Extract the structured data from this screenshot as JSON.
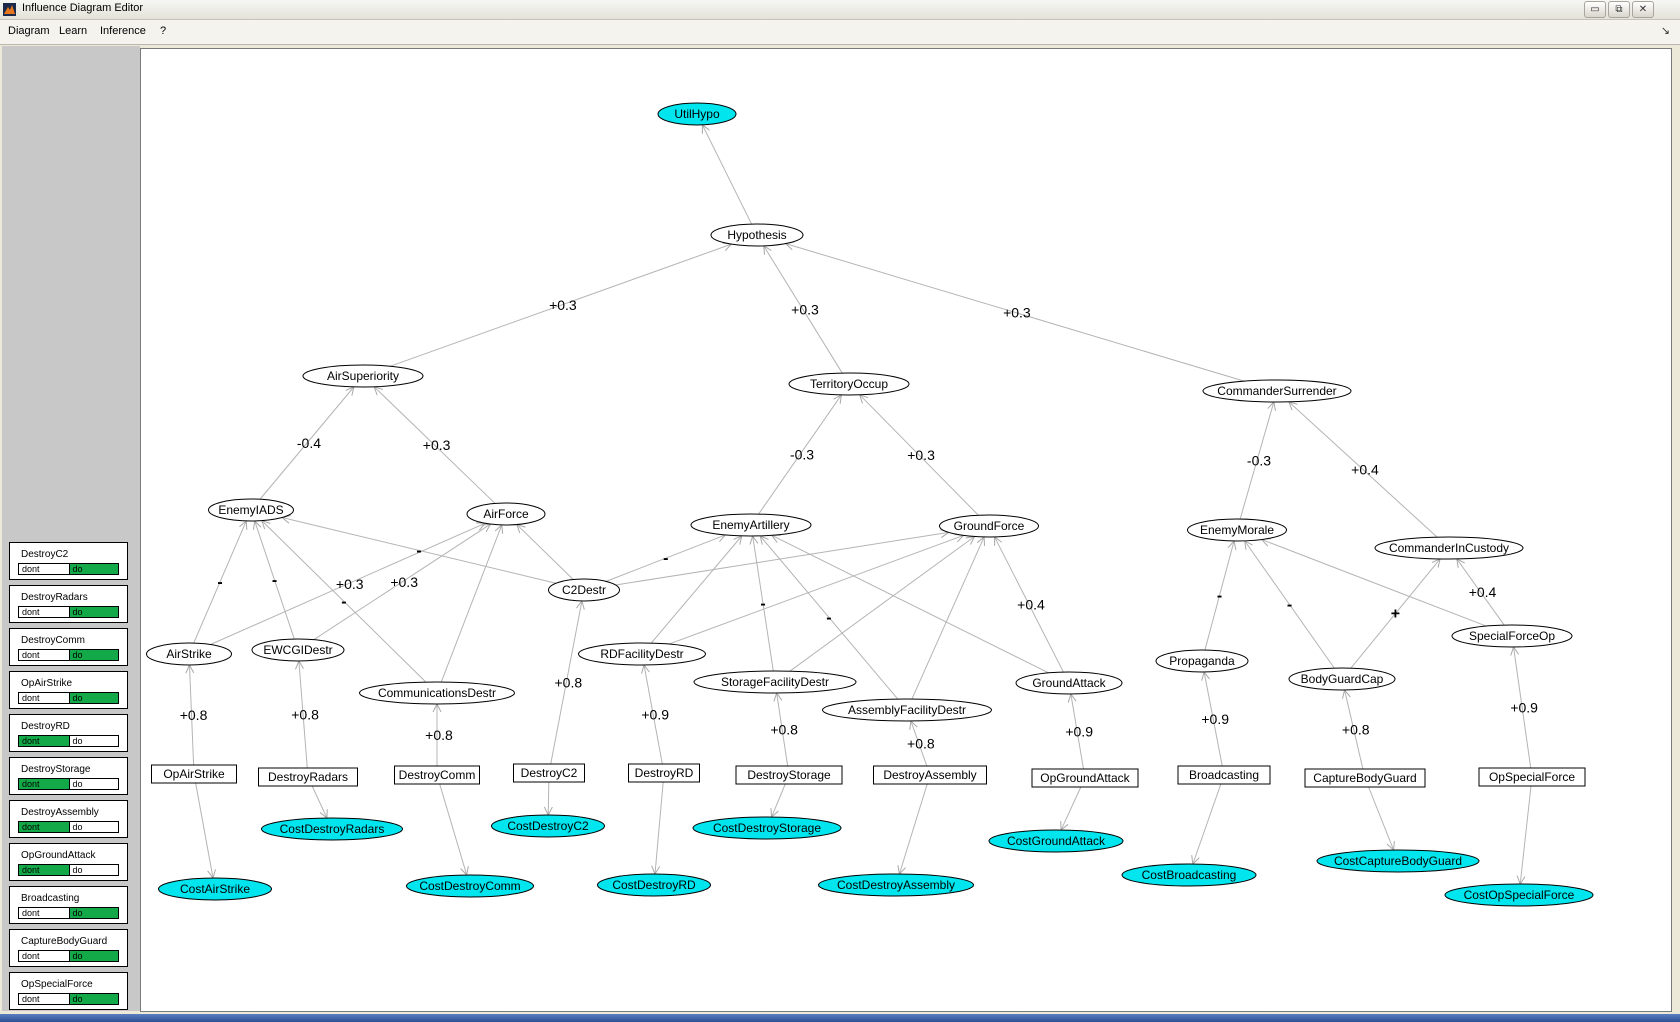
{
  "window": {
    "title": "Influence Diagram Editor",
    "app_icon": "matlab-icon"
  },
  "window_controls": {
    "minimize": "▭",
    "maximize": "⧉",
    "close": "✕"
  },
  "menu": {
    "items": [
      "Diagram",
      "Learn",
      "Inference",
      "?"
    ],
    "dock_icon": "↘"
  },
  "decisions": [
    {
      "name": "DestroyC2",
      "options": [
        "dont",
        "do"
      ],
      "selected": "do"
    },
    {
      "name": "DestroyRadars",
      "options": [
        "dont",
        "do"
      ],
      "selected": "do"
    },
    {
      "name": "DestroyComm",
      "options": [
        "dont",
        "do"
      ],
      "selected": "do"
    },
    {
      "name": "OpAirStrike",
      "options": [
        "dont",
        "do"
      ],
      "selected": "do"
    },
    {
      "name": "DestroyRD",
      "options": [
        "dont",
        "do"
      ],
      "selected": "dont"
    },
    {
      "name": "DestroyStorage",
      "options": [
        "dont",
        "do"
      ],
      "selected": "dont"
    },
    {
      "name": "DestroyAssembly",
      "options": [
        "dont",
        "do"
      ],
      "selected": "dont"
    },
    {
      "name": "OpGroundAttack",
      "options": [
        "dont",
        "do"
      ],
      "selected": "dont"
    },
    {
      "name": "Broadcasting",
      "options": [
        "dont",
        "do"
      ],
      "selected": "do"
    },
    {
      "name": "CaptureBodyGuard",
      "options": [
        "dont",
        "do"
      ],
      "selected": "do"
    },
    {
      "name": "OpSpecialForce",
      "options": [
        "dont",
        "do"
      ],
      "selected": "do"
    }
  ],
  "diagram": {
    "colors": {
      "utility_fill": "#00e5ee",
      "chance_fill": "#ffffff",
      "edge": "#b4b4b4",
      "outline": "#000000"
    },
    "nodes": [
      {
        "id": "UtilHypo",
        "label": "UtilHypo",
        "kind": "utility"
      },
      {
        "id": "Hypothesis",
        "label": "Hypothesis",
        "kind": "chance"
      },
      {
        "id": "AirSuperiority",
        "label": "AirSuperiority",
        "kind": "chance"
      },
      {
        "id": "TerritoryOccup",
        "label": "TerritoryOccup",
        "kind": "chance"
      },
      {
        "id": "CommanderSurrender",
        "label": "CommanderSurrender",
        "kind": "chance"
      },
      {
        "id": "EnemyIADS",
        "label": "EnemyIADS",
        "kind": "chance"
      },
      {
        "id": "AirForce",
        "label": "AirForce",
        "kind": "chance"
      },
      {
        "id": "EnemyArtillery",
        "label": "EnemyArtillery",
        "kind": "chance"
      },
      {
        "id": "GroundForce",
        "label": "GroundForce",
        "kind": "chance"
      },
      {
        "id": "EnemyMorale",
        "label": "EnemyMorale",
        "kind": "chance"
      },
      {
        "id": "CommanderInCustody",
        "label": "CommanderInCustody",
        "kind": "chance"
      },
      {
        "id": "C2Destr",
        "label": "C2Destr",
        "kind": "chance"
      },
      {
        "id": "AirStrike",
        "label": "AirStrike",
        "kind": "chance"
      },
      {
        "id": "EWCGIDestr",
        "label": "EWCGIDestr",
        "kind": "chance"
      },
      {
        "id": "CommunicationsDestr",
        "label": "CommunicationsDestr",
        "kind": "chance"
      },
      {
        "id": "RDFacilityDestr",
        "label": "RDFacilityDestr",
        "kind": "chance"
      },
      {
        "id": "StorageFacilityDestr",
        "label": "StorageFacilityDestr",
        "kind": "chance"
      },
      {
        "id": "AssemblyFacilityDestr",
        "label": "AssemblyFacilityDestr",
        "kind": "chance"
      },
      {
        "id": "GroundAttack",
        "label": "GroundAttack",
        "kind": "chance"
      },
      {
        "id": "Propaganda",
        "label": "Propaganda",
        "kind": "chance"
      },
      {
        "id": "BodyGuardCap",
        "label": "BodyGuardCap",
        "kind": "chance"
      },
      {
        "id": "SpecialForceOp",
        "label": "SpecialForceOp",
        "kind": "chance"
      },
      {
        "id": "OpAirStrike",
        "label": "OpAirStrike",
        "kind": "decision"
      },
      {
        "id": "DestroyRadars",
        "label": "DestroyRadars",
        "kind": "decision"
      },
      {
        "id": "DestroyComm",
        "label": "DestroyComm",
        "kind": "decision"
      },
      {
        "id": "DestroyC2",
        "label": "DestroyC2",
        "kind": "decision"
      },
      {
        "id": "DestroyRD",
        "label": "DestroyRD",
        "kind": "decision"
      },
      {
        "id": "DestroyStorage",
        "label": "DestroyStorage",
        "kind": "decision"
      },
      {
        "id": "DestroyAssembly",
        "label": "DestroyAssembly",
        "kind": "decision"
      },
      {
        "id": "OpGroundAttack",
        "label": "OpGroundAttack",
        "kind": "decision"
      },
      {
        "id": "Broadcasting",
        "label": "Broadcasting",
        "kind": "decision"
      },
      {
        "id": "CaptureBodyGuard",
        "label": "CaptureBodyGuard",
        "kind": "decision"
      },
      {
        "id": "OpSpecialForce",
        "label": "OpSpecialForce",
        "kind": "decision"
      },
      {
        "id": "CostDestroyRadars",
        "label": "CostDestroyRadars",
        "kind": "utility"
      },
      {
        "id": "CostDestroyC2",
        "label": "CostDestroyC2",
        "kind": "utility"
      },
      {
        "id": "CostDestroyStorage",
        "label": "CostDestroyStorage",
        "kind": "utility"
      },
      {
        "id": "CostGroundAttack",
        "label": "CostGroundAttack",
        "kind": "utility"
      },
      {
        "id": "CostBroadcasting",
        "label": "CostBroadcasting",
        "kind": "utility"
      },
      {
        "id": "CostCaptureBodyGuard",
        "label": "CostCaptureBodyGuard",
        "kind": "utility"
      },
      {
        "id": "CostOpSpecialForce",
        "label": "CostOpSpecialForce",
        "kind": "utility"
      },
      {
        "id": "CostAirStrike",
        "label": "CostAirStrike",
        "kind": "utility"
      },
      {
        "id": "CostDestroyComm",
        "label": "CostDestroyComm",
        "kind": "utility"
      },
      {
        "id": "CostDestroyRD",
        "label": "CostDestroyRD",
        "kind": "utility"
      },
      {
        "id": "CostDestroyAssembly",
        "label": "CostDestroyAssembly",
        "kind": "utility"
      }
    ],
    "edges": [
      {
        "from": "Hypothesis",
        "to": "UtilHypo",
        "label": ""
      },
      {
        "from": "AirSuperiority",
        "to": "Hypothesis",
        "label": "+0.3"
      },
      {
        "from": "TerritoryOccup",
        "to": "Hypothesis",
        "label": "+0.3"
      },
      {
        "from": "CommanderSurrender",
        "to": "Hypothesis",
        "label": "+0.3"
      },
      {
        "from": "EnemyIADS",
        "to": "AirSuperiority",
        "label": "-0.4"
      },
      {
        "from": "AirForce",
        "to": "AirSuperiority",
        "label": "+0.3"
      },
      {
        "from": "EnemyArtillery",
        "to": "TerritoryOccup",
        "label": "-0.3"
      },
      {
        "from": "GroundForce",
        "to": "TerritoryOccup",
        "label": "+0.3"
      },
      {
        "from": "EnemyMorale",
        "to": "CommanderSurrender",
        "label": "-0.3"
      },
      {
        "from": "CommanderInCustody",
        "to": "CommanderSurrender",
        "label": "+0.4"
      },
      {
        "from": "AirStrike",
        "to": "EnemyIADS",
        "label": "-"
      },
      {
        "from": "EWCGIDestr",
        "to": "EnemyIADS",
        "label": "-"
      },
      {
        "from": "CommunicationsDestr",
        "to": "EnemyIADS",
        "label": "-"
      },
      {
        "from": "C2Destr",
        "to": "EnemyIADS",
        "label": "-"
      },
      {
        "from": "AirStrike",
        "to": "AirForce",
        "label": "+0.3"
      },
      {
        "from": "EWCGIDestr",
        "to": "AirForce",
        "label": "+0.3"
      },
      {
        "from": "CommunicationsDestr",
        "to": "AirForce",
        "label": ""
      },
      {
        "from": "C2Destr",
        "to": "AirForce",
        "label": ""
      },
      {
        "from": "C2Destr",
        "to": "EnemyArtillery",
        "label": "-"
      },
      {
        "from": "C2Destr",
        "to": "GroundForce",
        "label": ""
      },
      {
        "from": "RDFacilityDestr",
        "to": "EnemyArtillery",
        "label": ""
      },
      {
        "from": "StorageFacilityDestr",
        "to": "EnemyArtillery",
        "label": "-"
      },
      {
        "from": "AssemblyFacilityDestr",
        "to": "EnemyArtillery",
        "label": "-"
      },
      {
        "from": "GroundAttack",
        "to": "EnemyArtillery",
        "label": ""
      },
      {
        "from": "RDFacilityDestr",
        "to": "GroundForce",
        "label": ""
      },
      {
        "from": "StorageFacilityDestr",
        "to": "GroundForce",
        "label": ""
      },
      {
        "from": "AssemblyFacilityDestr",
        "to": "GroundForce",
        "label": ""
      },
      {
        "from": "GroundAttack",
        "to": "GroundForce",
        "label": "+0.4"
      },
      {
        "from": "Propaganda",
        "to": "EnemyMorale",
        "label": "-"
      },
      {
        "from": "BodyGuardCap",
        "to": "EnemyMorale",
        "label": "-"
      },
      {
        "from": "SpecialForceOp",
        "to": "EnemyMorale",
        "label": ""
      },
      {
        "from": "BodyGuardCap",
        "to": "CommanderInCustody",
        "label": "+"
      },
      {
        "from": "SpecialForceOp",
        "to": "CommanderInCustody",
        "label": "+0.4"
      },
      {
        "from": "OpAirStrike",
        "to": "AirStrike",
        "label": "+0.8"
      },
      {
        "from": "DestroyRadars",
        "to": "EWCGIDestr",
        "label": "+0.8"
      },
      {
        "from": "DestroyComm",
        "to": "CommunicationsDestr",
        "label": "+0.8"
      },
      {
        "from": "DestroyC2",
        "to": "C2Destr",
        "label": "+0.8"
      },
      {
        "from": "DestroyRD",
        "to": "RDFacilityDestr",
        "label": "+0.9"
      },
      {
        "from": "DestroyStorage",
        "to": "StorageFacilityDestr",
        "label": "+0.8"
      },
      {
        "from": "DestroyAssembly",
        "to": "AssemblyFacilityDestr",
        "label": "+0.8"
      },
      {
        "from": "OpGroundAttack",
        "to": "GroundAttack",
        "label": "+0.9"
      },
      {
        "from": "Broadcasting",
        "to": "Propaganda",
        "label": "+0.9"
      },
      {
        "from": "CaptureBodyGuard",
        "to": "BodyGuardCap",
        "label": "+0.8"
      },
      {
        "from": "OpSpecialForce",
        "to": "SpecialForceOp",
        "label": "+0.9"
      },
      {
        "from": "OpAirStrike",
        "to": "CostAirStrike",
        "label": ""
      },
      {
        "from": "DestroyRadars",
        "to": "CostDestroyRadars",
        "label": ""
      },
      {
        "from": "DestroyComm",
        "to": "CostDestroyComm",
        "label": ""
      },
      {
        "from": "DestroyC2",
        "to": "CostDestroyC2",
        "label": ""
      },
      {
        "from": "DestroyRD",
        "to": "CostDestroyRD",
        "label": ""
      },
      {
        "from": "DestroyStorage",
        "to": "CostDestroyStorage",
        "label": ""
      },
      {
        "from": "DestroyAssembly",
        "to": "CostDestroyAssembly",
        "label": ""
      },
      {
        "from": "OpGroundAttack",
        "to": "CostGroundAttack",
        "label": ""
      },
      {
        "from": "Broadcasting",
        "to": "CostBroadcasting",
        "label": ""
      },
      {
        "from": "CaptureBodyGuard",
        "to": "CostCaptureBodyGuard",
        "label": ""
      },
      {
        "from": "OpSpecialForce",
        "to": "CostOpSpecialForce",
        "label": ""
      }
    ]
  }
}
